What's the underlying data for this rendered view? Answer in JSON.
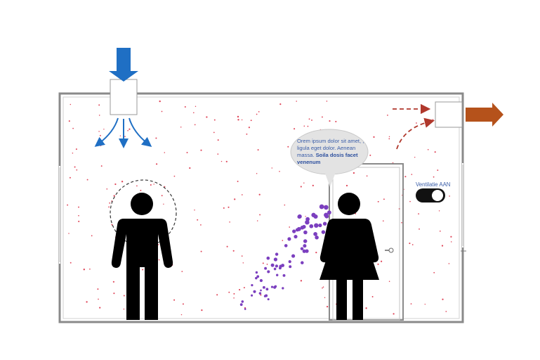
{
  "speech_bubble": {
    "line_normal": "Orem ipsum dolor sit amet, , ligula eget dolor. Aenean massa.",
    "line_bold": "Soila dosis facet venenum"
  },
  "ventilation_toggle": {
    "label": "Ventilatie AAN",
    "state": "on",
    "track_color": "#111111",
    "knob_color": "#ffffff"
  },
  "colors": {
    "inflow_arrow": "#1f6fc4",
    "outflow_arrow": "#b5521b",
    "room_wall": "#8a8a8a",
    "red_particles": "#e0475a",
    "purple_droplets": "#7b3fbf",
    "recirculation_arrows": "#b0382c",
    "people": "#000000"
  },
  "icons": [
    "air-inlet-arrow-icon",
    "air-outlet-arrow-icon",
    "man-icon",
    "woman-icon",
    "door-icon"
  ]
}
